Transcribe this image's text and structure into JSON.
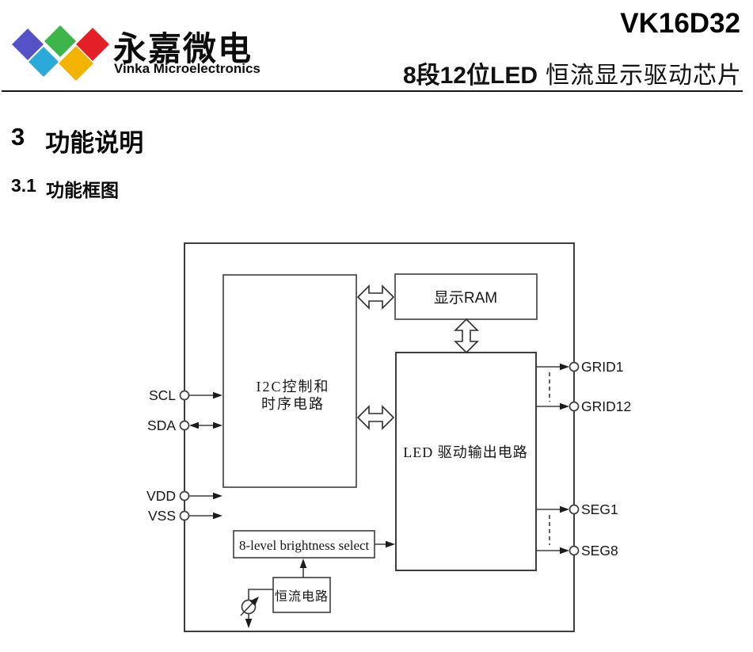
{
  "header": {
    "brand_cn": "永嘉微电",
    "brand_en": "Vinka Microelectronics",
    "part_number": "VK16D32",
    "subtitle_bold": "8段12位LED",
    "subtitle_rest": "恒流显示驱动芯片"
  },
  "sections": {
    "h1_num": "3",
    "h1_text": "功能说明",
    "h2_num": "3.1",
    "h2_text": "功能框图"
  },
  "logo": {
    "colors": {
      "blue": "#5552c8",
      "green": "#3cb44a",
      "red": "#e32028",
      "cyan": "#2ba9d8",
      "yellow": "#f3b300"
    }
  },
  "diagram": {
    "blocks": {
      "i2c_line1": "I2C控制和",
      "i2c_line2": "时序电路",
      "ram": "显示RAM",
      "led": "LED 驱动输出电路",
      "brightness": "8-level brightness select",
      "constant_current": "恒流电路"
    },
    "pins_left": [
      "SCL",
      "SDA",
      "VDD",
      "VSS"
    ],
    "pins_right": [
      "GRID1",
      "GRID12",
      "SEG1",
      "SEG8"
    ],
    "colors": {
      "line": "#3d3d3d",
      "text": "#161616"
    }
  }
}
